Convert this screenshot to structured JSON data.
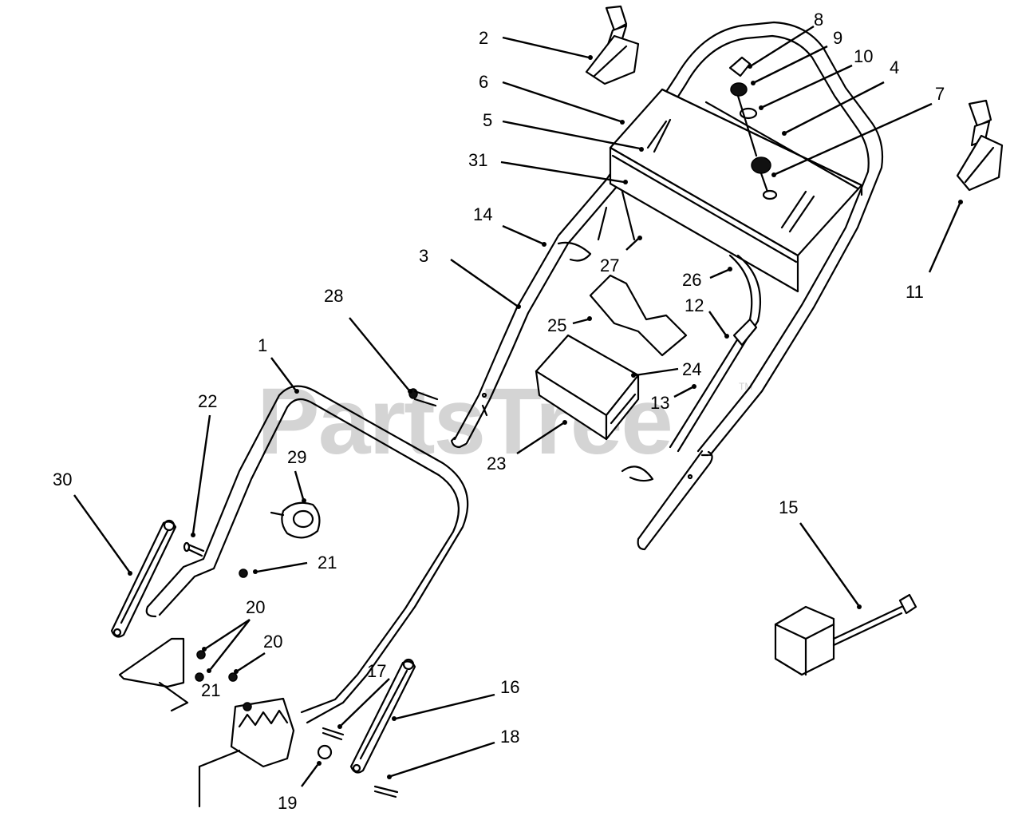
{
  "watermark": {
    "text": "PartsTree",
    "trademark": "TM"
  },
  "callouts": [
    {
      "n": "1"
    },
    {
      "n": "2"
    },
    {
      "n": "3"
    },
    {
      "n": "4"
    },
    {
      "n": "5"
    },
    {
      "n": "6"
    },
    {
      "n": "7"
    },
    {
      "n": "8"
    },
    {
      "n": "9"
    },
    {
      "n": "10"
    },
    {
      "n": "11"
    },
    {
      "n": "12"
    },
    {
      "n": "13"
    },
    {
      "n": "14"
    },
    {
      "n": "15"
    },
    {
      "n": "16"
    },
    {
      "n": "17"
    },
    {
      "n": "18"
    },
    {
      "n": "19"
    },
    {
      "n": "20"
    },
    {
      "n": "20"
    },
    {
      "n": "20"
    },
    {
      "n": "21"
    },
    {
      "n": "21"
    },
    {
      "n": "22"
    },
    {
      "n": "23"
    },
    {
      "n": "24"
    },
    {
      "n": "25"
    },
    {
      "n": "26"
    },
    {
      "n": "27"
    },
    {
      "n": "28"
    },
    {
      "n": "29"
    },
    {
      "n": "30"
    },
    {
      "n": "31"
    }
  ]
}
